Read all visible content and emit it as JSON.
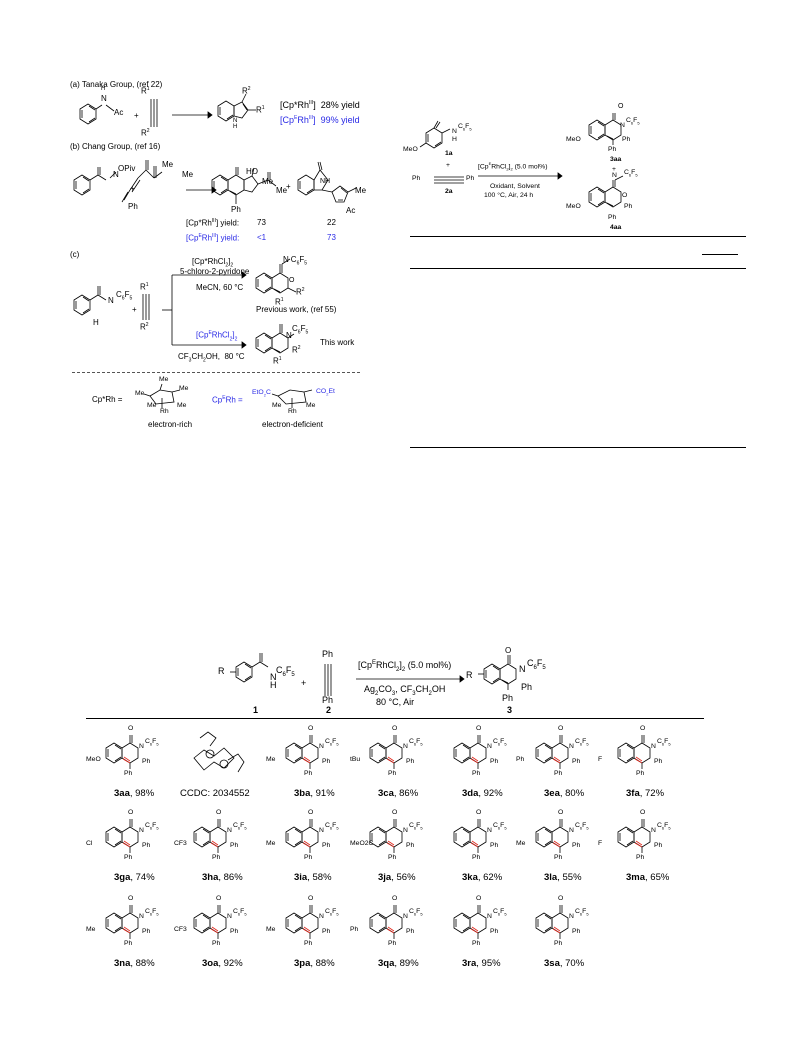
{
  "scheme1": {
    "a_title": "(a)  Tanaka Group, (ref 22)",
    "a_ac": "Ac",
    "a_nh": "N",
    "a_h": "H",
    "a_r1": "R",
    "a_r2": "R",
    "a_sup1": "1",
    "a_sup2": "2",
    "a_rh1": "[Cp*Rh",
    "a_rh1_ox": "III",
    "a_rh1_tail": "]",
    "a_yield1": "28% yield",
    "a_rh2": "[Cp",
    "a_rh2_e": "E",
    "a_rh2_b": "Rh",
    "a_rh2_ox": "III",
    "a_rh2_tail": "]",
    "a_yield2": "99% yield",
    "b_title": "(b) Chang Group, (ref 16)",
    "b_opiv": "OPiv",
    "b_me1": "Me",
    "b_me2": "Me",
    "b_ph1": "Ph",
    "b_ph2": "Ph",
    "b_ho": "HO",
    "b_me3": "Me",
    "b_me4": "Me",
    "b_nh": "NH",
    "b_me5": "Me",
    "b_ac": "Ac",
    "b_y1_label": "[Cp*Rh",
    "b_y1_ox": "III",
    "b_y1_tail": "] yield:",
    "b_y1_a": "73",
    "b_y1_b": "22",
    "b_y2_label": "[Cp",
    "b_y2_e": "E",
    "b_y2_rh": "Rh",
    "b_y2_ox": "III",
    "b_y2_tail": "] yield:",
    "b_y2_a": "<1",
    "b_y2_b": "73",
    "c_title": "(c)",
    "c_cat1": "[Cp*RhCl",
    "c_cat1_sub": "2",
    "c_cat1_tail": "]",
    "c_cat1_sub2": "2",
    "c_add": "5-chloro-2-pyridone",
    "c_cond1": "MeCN, 60 °C",
    "c_prev": "Previous work, (ref 55)",
    "c_cat2": "[Cp",
    "c_cat2_e": "E",
    "c_cat2_tail": "RhCl",
    "c_cat2_sub": "2",
    "c_cat2_sub2": "2",
    "c_cond2": "CF3CH2OH,  80 °C",
    "c_this": "This work",
    "c_c6f5": "C6F5",
    "c_n": "N",
    "c_h": "H",
    "cp_star_lbl": "Cp*Rh  =",
    "cp_e_lbl": "Cp",
    "cp_e_e": "E",
    "cp_e_rh": "Rh  =",
    "me": "Me",
    "rh": "Rh",
    "eto2c": "EtO2C",
    "co2et": "CO2Et",
    "rich": "electron-rich",
    "deficient": "electron-deficient"
  },
  "scheme2": {
    "label_1a": "1a",
    "label_2a": "2a",
    "label_3aa": "3aa",
    "label_4aa": "4aa",
    "meo": "MeO",
    "catalyst": "[Cp",
    "catalyst_e": "E",
    "catalyst_tail": "RhCl",
    "catalyst_sub": "2",
    "catalyst_sub2": "2",
    "catalyst_load": "(5.0 mol%)",
    "cond1": "Oxidant, Solvent",
    "cond2": "100 °C, Air, 24 h",
    "ph": "Ph",
    "plus": "+",
    "n": "N",
    "h": "H",
    "c6f5": "C6F5"
  },
  "scheme3": {
    "r": "R",
    "label_1": "1",
    "label_2": "2",
    "label_3": "3",
    "catalyst": "[Cp",
    "catalyst_e": "E",
    "catalyst_tail": "RhCl",
    "catalyst_sub": "2",
    "catalyst_sub2": "2",
    "catalyst_load": " (5.0 mol%)",
    "cond1": "Ag2CO3, CF3CH2OH",
    "cond2": "80 °C, Air",
    "ph": "Ph",
    "h": "H",
    "n": "N",
    "c6f5": "C6F5"
  },
  "products": [
    {
      "id": "3aa",
      "yield": ", 98%",
      "sub": "MeO"
    },
    {
      "id": "CCDC: 2034552",
      "yield": "",
      "sub": ""
    },
    {
      "id": "3ba",
      "yield": ", 91%",
      "sub": "Me"
    },
    {
      "id": "3ca",
      "yield": ", 86%",
      "sub": "tBu"
    },
    {
      "id": "3da",
      "yield": ", 92%",
      "sub": ""
    },
    {
      "id": "3ea",
      "yield": ", 80%",
      "sub": "Ph"
    },
    {
      "id": "3fa",
      "yield": ", 72%",
      "sub": "F"
    },
    {
      "id": "3ga",
      "yield": ", 74%",
      "sub": "Cl"
    },
    {
      "id": "3ha",
      "yield": ", 86%",
      "sub": "CF3"
    },
    {
      "id": "3ia",
      "yield": ", 58%",
      "sub": "Me"
    },
    {
      "id": "3ja",
      "yield": ", 56%",
      "sub": "MeO2C"
    },
    {
      "id": "3ka",
      "yield": ", 62%",
      "sub": ""
    },
    {
      "id": "3la",
      "yield": ", 55%",
      "sub": "Me"
    },
    {
      "id": "3ma",
      "yield": ", 65%",
      "sub": "F"
    },
    {
      "id": "3na",
      "yield": ", 88%",
      "sub": "Me"
    },
    {
      "id": "3oa",
      "yield": ", 92%",
      "sub": "CF3"
    },
    {
      "id": "3pa",
      "yield": ", 88%",
      "sub": "Me"
    },
    {
      "id": "3qa",
      "yield": ", 89%",
      "sub": "Ph"
    },
    {
      "id": "3ra",
      "yield": ", 95%",
      "sub": ""
    },
    {
      "id": "3sa",
      "yield": ", 70%",
      "sub": ""
    }
  ]
}
